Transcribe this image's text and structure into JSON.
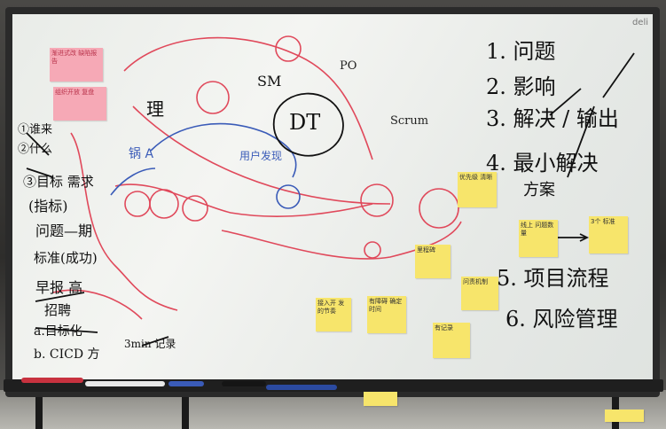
{
  "brand": "deli",
  "notes": {
    "n1": "优先级 清晰",
    "n2": "线上 问题数量",
    "n3": "3个 标准",
    "n4": "里程碑",
    "n5": "问责机制",
    "n6": "接入开 发的节奏",
    "n7": "有障碍 确定 时间",
    "n8": "有记录",
    "n9": ""
  },
  "pink_notes": {
    "p1": "渐进式改 缺陷报告",
    "p2": "组织开放 复盘"
  },
  "list": {
    "l1": "1. 问题",
    "l2": "2. 影响",
    "l3": "3. 解决 / 输出",
    "l4": "4. 最小解决",
    "l4b": "方案",
    "l5": "5. 项目流程",
    "l6": "6. 风险管理"
  },
  "center": {
    "dt": "DT",
    "sm": "SM"
  },
  "colors": {
    "marker_red": "#e0495b",
    "marker_blue": "#3a5bb8",
    "ink": "#111111",
    "sticky": "#f7e56b",
    "pink": "#f6a9b6"
  }
}
